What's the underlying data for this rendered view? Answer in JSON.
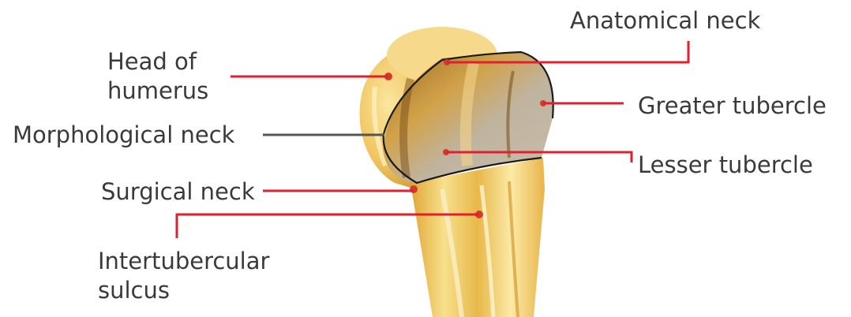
{
  "labels": {
    "head_of_humerus": [
      "Head of",
      "humerus"
    ],
    "morphological_neck": "Morphological neck",
    "surgical_neck": "Surgical neck",
    "intertubercular_sulcus": [
      "Intertubercular",
      "sulcus"
    ],
    "anatomical_neck": "Anatomical neck",
    "greater_tubercle": "Greater tubercle",
    "lesser_tubercle": "Lesser tubercle"
  },
  "colors": {
    "pointer": "#e0202e",
    "morphological_pointer": "#555555",
    "bone_light": "#f3d27a",
    "bone_mid": "#e0aa3a",
    "bone_dark": "#8a5a1a",
    "text": "#3a3a3a"
  }
}
